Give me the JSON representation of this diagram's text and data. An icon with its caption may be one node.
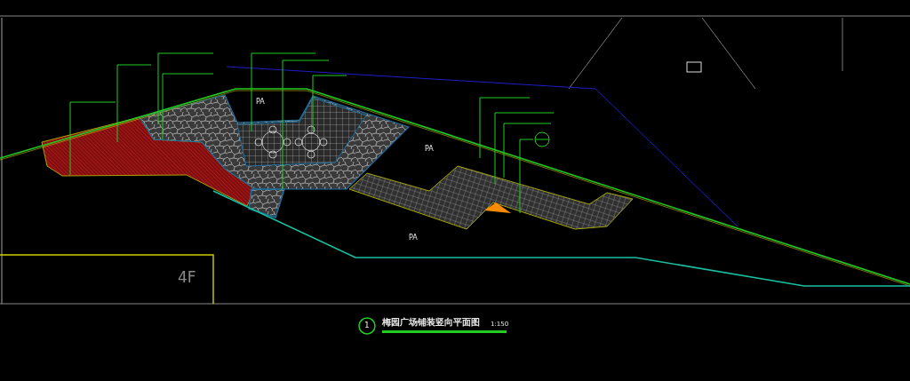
{
  "diagram": {
    "title": "梅园广场铺装竖向平面图",
    "labels": [
      "PA",
      "PA",
      "PA",
      "4F",
      "1",
      "1:150"
    ]
  }
}
